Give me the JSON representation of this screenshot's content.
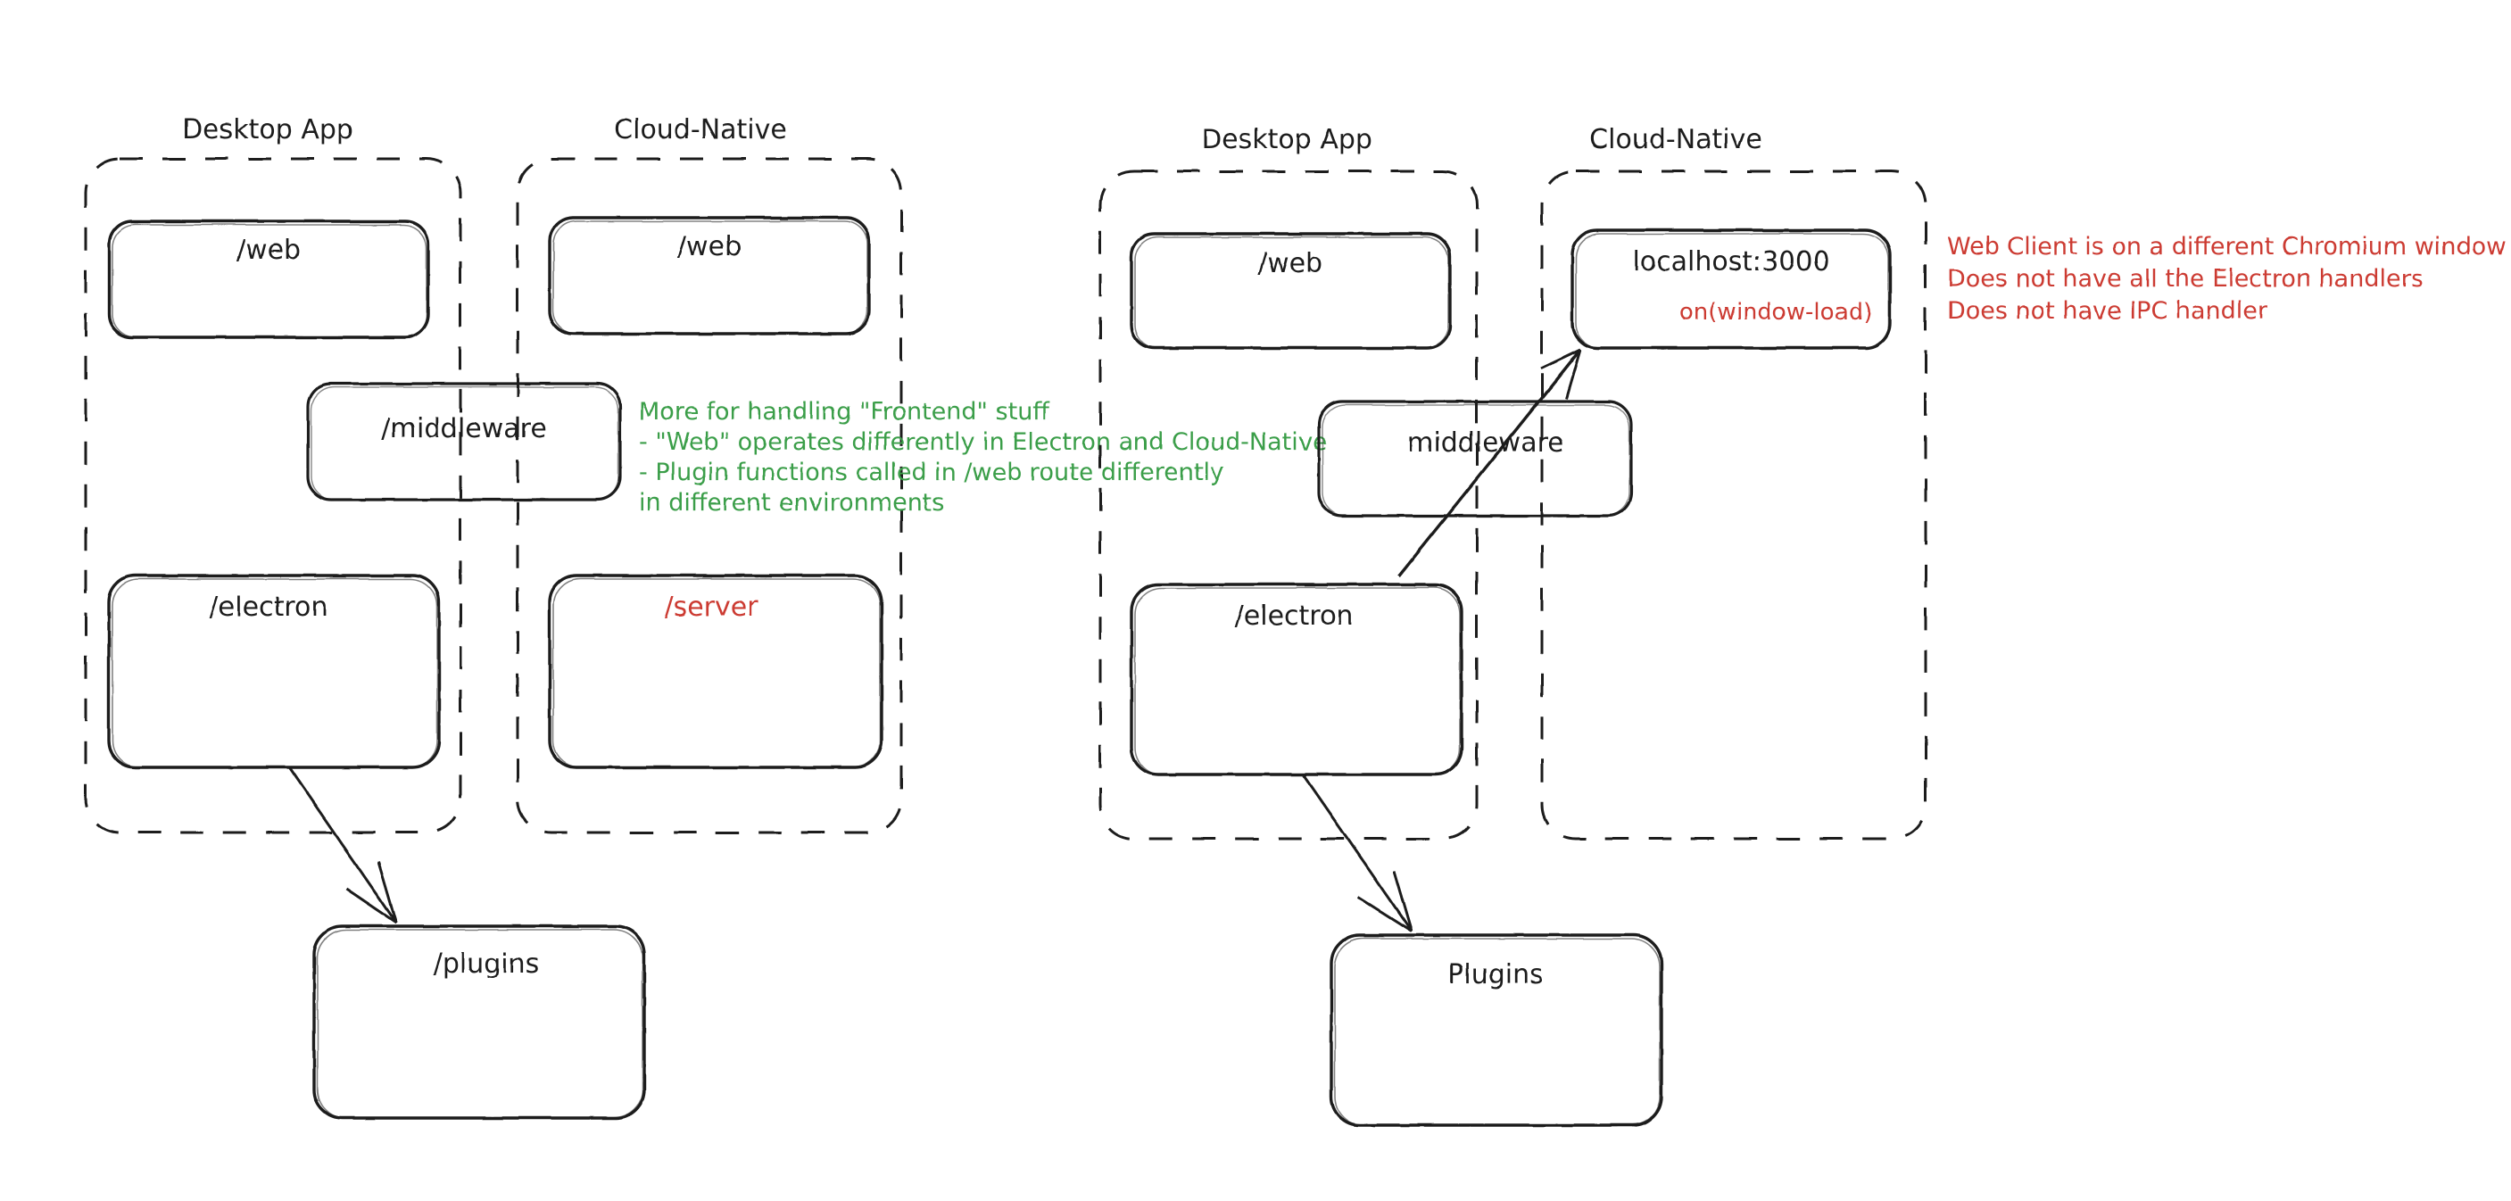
{
  "diagram": {
    "title_style": "hand-drawn whiteboard sketch",
    "colors": {
      "ink": "#1e1e1e",
      "green": "#3a9e48",
      "red": "#cc3b33",
      "background": "#ffffff"
    },
    "groups": [
      {
        "id": "left-desktop",
        "title": "Desktop App"
      },
      {
        "id": "left-cloud",
        "title": "Cloud-Native"
      },
      {
        "id": "right-desktop",
        "title": "Desktop App"
      },
      {
        "id": "right-cloud",
        "title": "Cloud-Native"
      }
    ],
    "left_diagram": {
      "desktop_web": "/web",
      "cloud_web": "/web",
      "middleware": "/middleware",
      "electron": "/electron",
      "server": "/server",
      "plugins": "/plugins"
    },
    "right_diagram": {
      "desktop_web": "/web",
      "cloud_client": "localhost:3000",
      "cloud_client_sub": "on(window-load)",
      "middleware": "middleware",
      "electron": "/electron",
      "plugins": "Plugins"
    },
    "annotations": {
      "green_note": [
        "More for handling \"Frontend\" stuff",
        "- \"Web\" operates differently in Electron and Cloud-Native",
        "- Plugin functions called in /web route differently",
        "in different environments"
      ],
      "red_note": [
        "Web Client is on a different Chromium window",
        "Does not have all the Electron handlers",
        "Does not have IPC handler"
      ]
    },
    "arrows": [
      {
        "name": "left-electron-to-plugins",
        "from": "/electron",
        "to": "/plugins"
      },
      {
        "name": "right-electron-to-plugins",
        "from": "/electron",
        "to": "Plugins"
      },
      {
        "name": "right-electron-to-localhost",
        "from": "/electron",
        "to": "localhost:3000"
      }
    ]
  }
}
